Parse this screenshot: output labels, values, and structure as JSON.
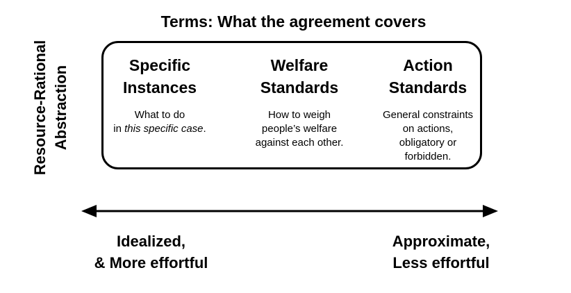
{
  "title": "Terms: What the agreement covers",
  "side_label": {
    "line1": "Resource-Rational",
    "line2": "Abstraction"
  },
  "columns": [
    {
      "heading_line1": "Specific",
      "heading_line2": "Instances",
      "desc_line1": "What to do",
      "desc_line2_prefix": "in ",
      "desc_line2_italic": "this specific case",
      "desc_line2_suffix": "."
    },
    {
      "heading_line1": "Welfare",
      "heading_line2": "Standards",
      "desc_line1": "How to weigh",
      "desc_line2": "people’s welfare",
      "desc_line3": "against each other."
    },
    {
      "heading_line1": "Action",
      "heading_line2": "Standards",
      "desc_line1": "General constraints",
      "desc_line2": "on actions,",
      "desc_line3": "obligatory or",
      "desc_line4": "forbidden."
    }
  ],
  "left_end": {
    "line1": "Idealized,",
    "line2": "& More effortful"
  },
  "right_end": {
    "line1": "Approximate,",
    "line2": "Less effortful"
  },
  "colors": {
    "ink": "#000000",
    "background": "#ffffff"
  }
}
